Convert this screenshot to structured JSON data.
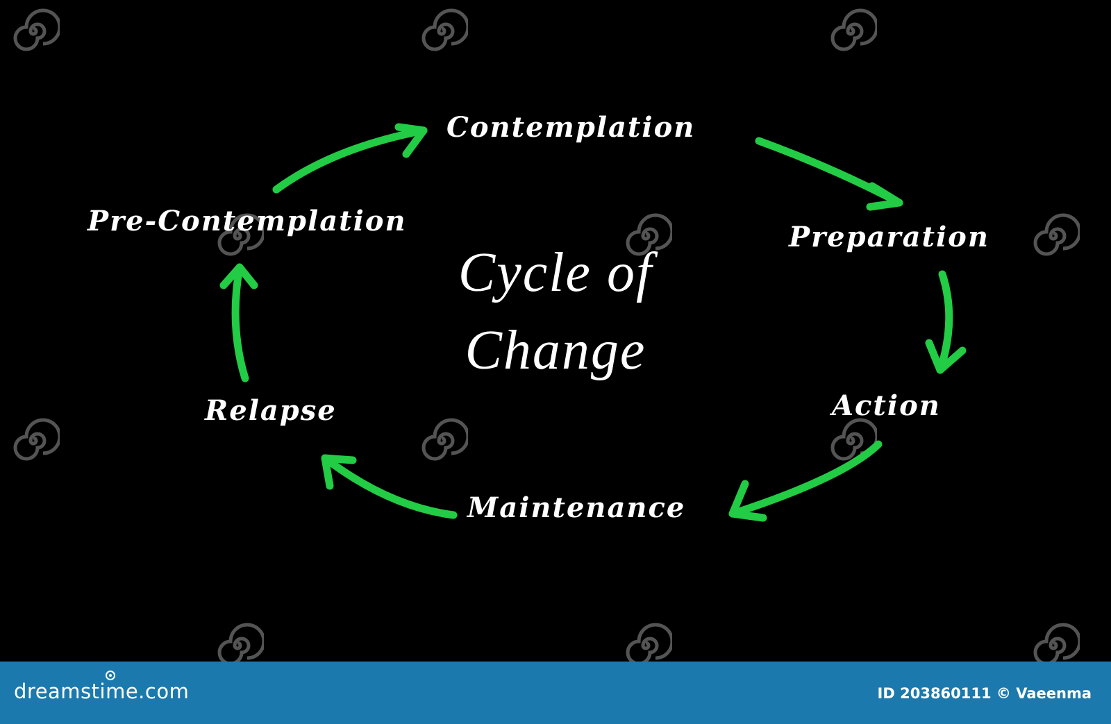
{
  "diagram": {
    "title_lines": [
      "Cycle of",
      "Change"
    ],
    "stages": {
      "pre_contemplation": "Pre-Contemplation",
      "contemplation": "Contemplation",
      "preparation": "Preparation",
      "action": "Action",
      "maintenance": "Maintenance",
      "relapse": "Relapse"
    },
    "arrow_color": "#22cc44",
    "text_color": "#ffffff",
    "background": "#000000"
  },
  "watermark": {
    "text": "dreamstime",
    "icon": "spiral-icon"
  },
  "footer": {
    "brand": "dreamstime.com",
    "credit": "ID 203860111 © Vaeenma",
    "background": "#1b79ad"
  }
}
